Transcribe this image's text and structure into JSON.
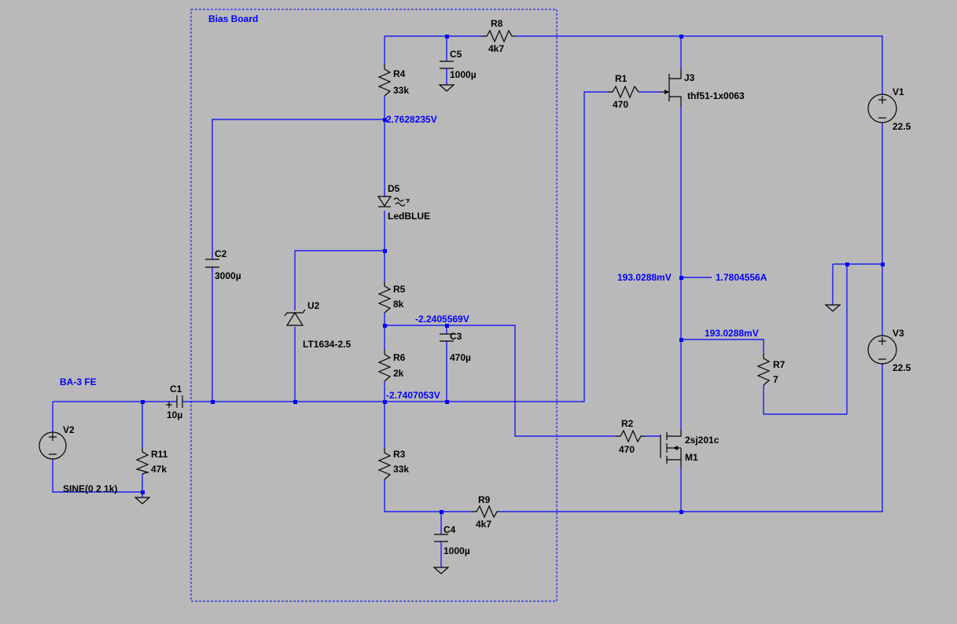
{
  "board_label": "Bias Board",
  "input_label": "BA-3 FE",
  "components": {
    "R1": {
      "ref": "R1",
      "value": "470"
    },
    "R2": {
      "ref": "R2",
      "value": "470"
    },
    "R3": {
      "ref": "R3",
      "value": "33k"
    },
    "R4": {
      "ref": "R4",
      "value": "33k"
    },
    "R5": {
      "ref": "R5",
      "value": "8k"
    },
    "R6": {
      "ref": "R6",
      "value": "2k"
    },
    "R7": {
      "ref": "R7",
      "value": "7"
    },
    "R8": {
      "ref": "R8",
      "value": "4k7"
    },
    "R9": {
      "ref": "R9",
      "value": "4k7"
    },
    "R11": {
      "ref": "R11",
      "value": "47k"
    },
    "C1": {
      "ref": "C1",
      "value": "10µ"
    },
    "C2": {
      "ref": "C2",
      "value": "3000µ"
    },
    "C3": {
      "ref": "C3",
      "value": "470µ"
    },
    "C4": {
      "ref": "C4",
      "value": "1000µ"
    },
    "C5": {
      "ref": "C5",
      "value": "1000µ"
    },
    "D5": {
      "ref": "D5",
      "value": "LedBLUE"
    },
    "U2": {
      "ref": "U2",
      "value": "LT1634-2.5"
    },
    "J3": {
      "ref": "J3",
      "value": "thf51-1x0063"
    },
    "M1": {
      "ref": "M1",
      "value": "2sj201c"
    },
    "V1": {
      "ref": "V1",
      "value": "22.5"
    },
    "V2": {
      "ref": "V2",
      "value": "SINE(0 2 1k)"
    },
    "V3": {
      "ref": "V3",
      "value": "22.5"
    }
  },
  "probes": {
    "top_bias": "2.7628235V",
    "neg_mid": "-2.2405569V",
    "neg_bias": "-2.7407053V",
    "output_v": "193.0288mV",
    "output_i": "1.7804556A",
    "load_v": "193.0288mV"
  }
}
